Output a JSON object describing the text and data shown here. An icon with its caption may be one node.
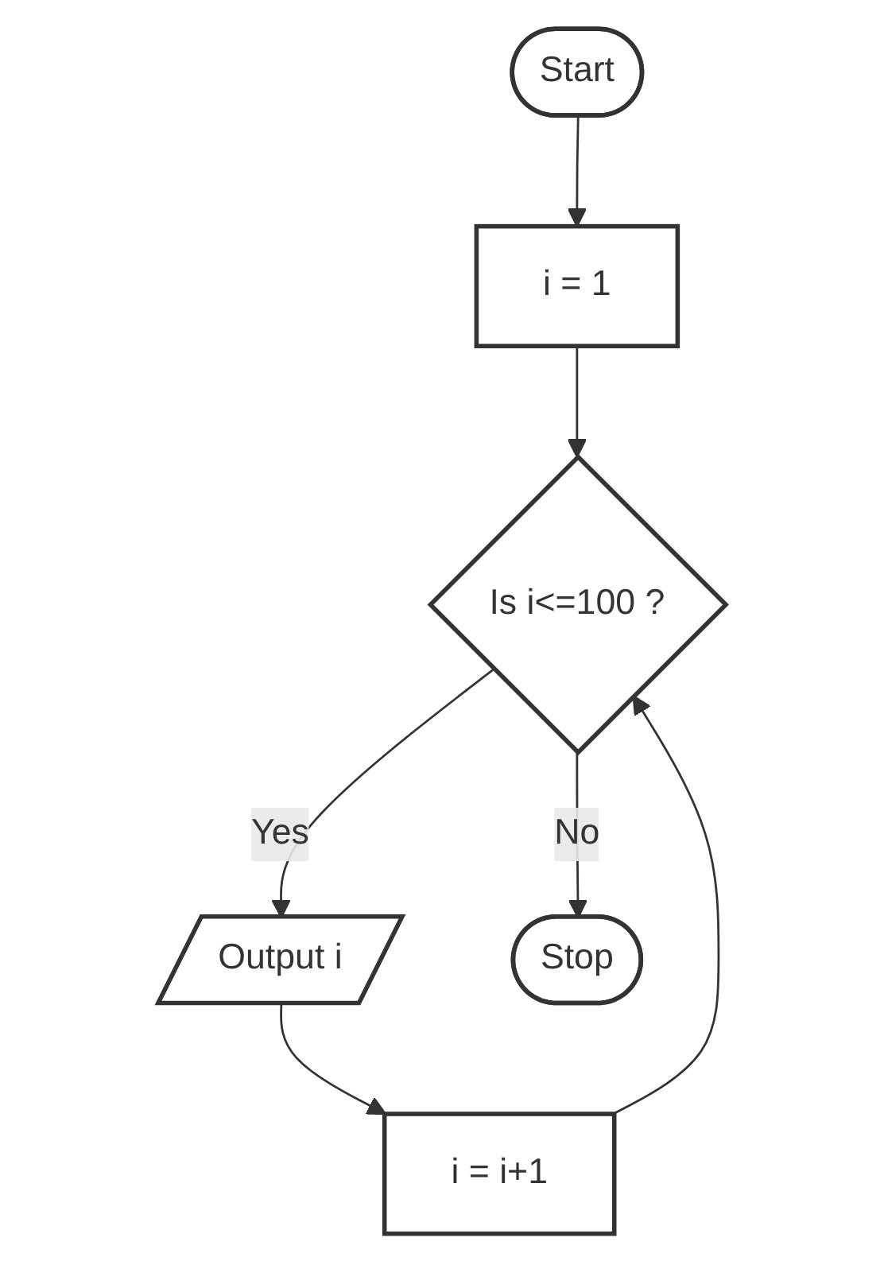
{
  "diagram": {
    "nodes": [
      {
        "text": [
          "Start"
        ]
      },
      {
        "text": [
          "i = 1"
        ]
      },
      {
        "text": [
          "Is i<=100 ?"
        ]
      },
      {
        "text": [
          "Output i"
        ]
      },
      {
        "text": [
          "i = i+1"
        ]
      },
      {
        "text": [
          "Stop"
        ]
      }
    ],
    "edges": [
      {
        "from": 0,
        "to": 1,
        "arrow": "to"
      },
      {
        "from": 1,
        "to": 2,
        "arrow": "to"
      },
      {
        "from": 2,
        "to": 3,
        "label": "Yes",
        "arrow": "to"
      },
      {
        "from": 3,
        "to": 4,
        "arrow": "to"
      },
      {
        "from": 4,
        "to": 2,
        "arrow": "to"
      },
      {
        "from": 2,
        "to": 5,
        "label": "No",
        "arrow": "to"
      }
    ]
  }
}
